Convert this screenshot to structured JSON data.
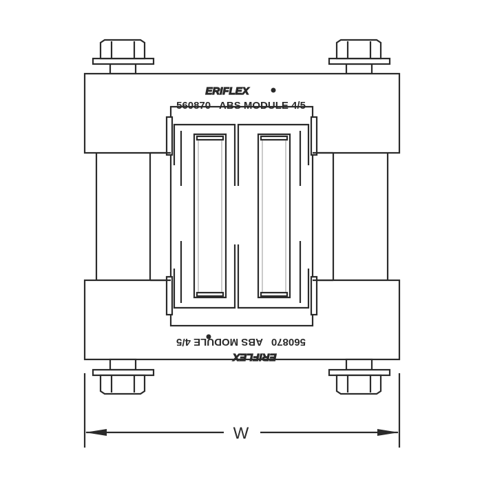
{
  "brand": "ERIFLEX",
  "part_label": "560870   ABS MODULE 4/5",
  "dimension_label": "W",
  "line_color": "#2a2a2a"
}
